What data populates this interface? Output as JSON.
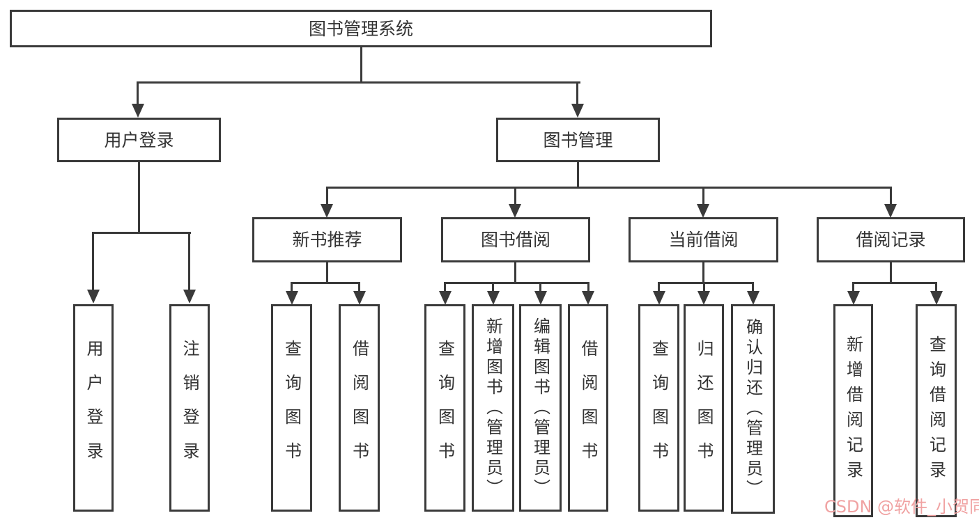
{
  "diagram": {
    "tree": {
      "label": "图书管理系统",
      "children": [
        {
          "label": "用户登录",
          "children": [
            {
              "label": "用户登录"
            },
            {
              "label": "注销登录"
            }
          ]
        },
        {
          "label": "图书管理",
          "children": [
            {
              "label": "新书推荐",
              "children": [
                {
                  "label": "查询图书"
                },
                {
                  "label": "借阅图书"
                }
              ]
            },
            {
              "label": "图书借阅",
              "children": [
                {
                  "label": "查询图书"
                },
                {
                  "label": "新增图书（管理员）"
                },
                {
                  "label": "编辑图书（管理员）"
                },
                {
                  "label": "借阅图书"
                }
              ]
            },
            {
              "label": "当前借阅",
              "children": [
                {
                  "label": "查询图书"
                },
                {
                  "label": "归还图书"
                },
                {
                  "label": "确认归还（管理员）"
                }
              ]
            },
            {
              "label": "借阅记录",
              "children": [
                {
                  "label": "新增借阅记录"
                },
                {
                  "label": "查询借阅记录"
                }
              ]
            }
          ]
        }
      ]
    }
  },
  "watermark": {
    "text": "CSDN @软件_小贺同学",
    "color": "#f0a2a2"
  },
  "colors": {
    "line": "#3a3a3a",
    "text": "#333333",
    "box_bg": "#ffffff",
    "background": "#ffffff"
  }
}
